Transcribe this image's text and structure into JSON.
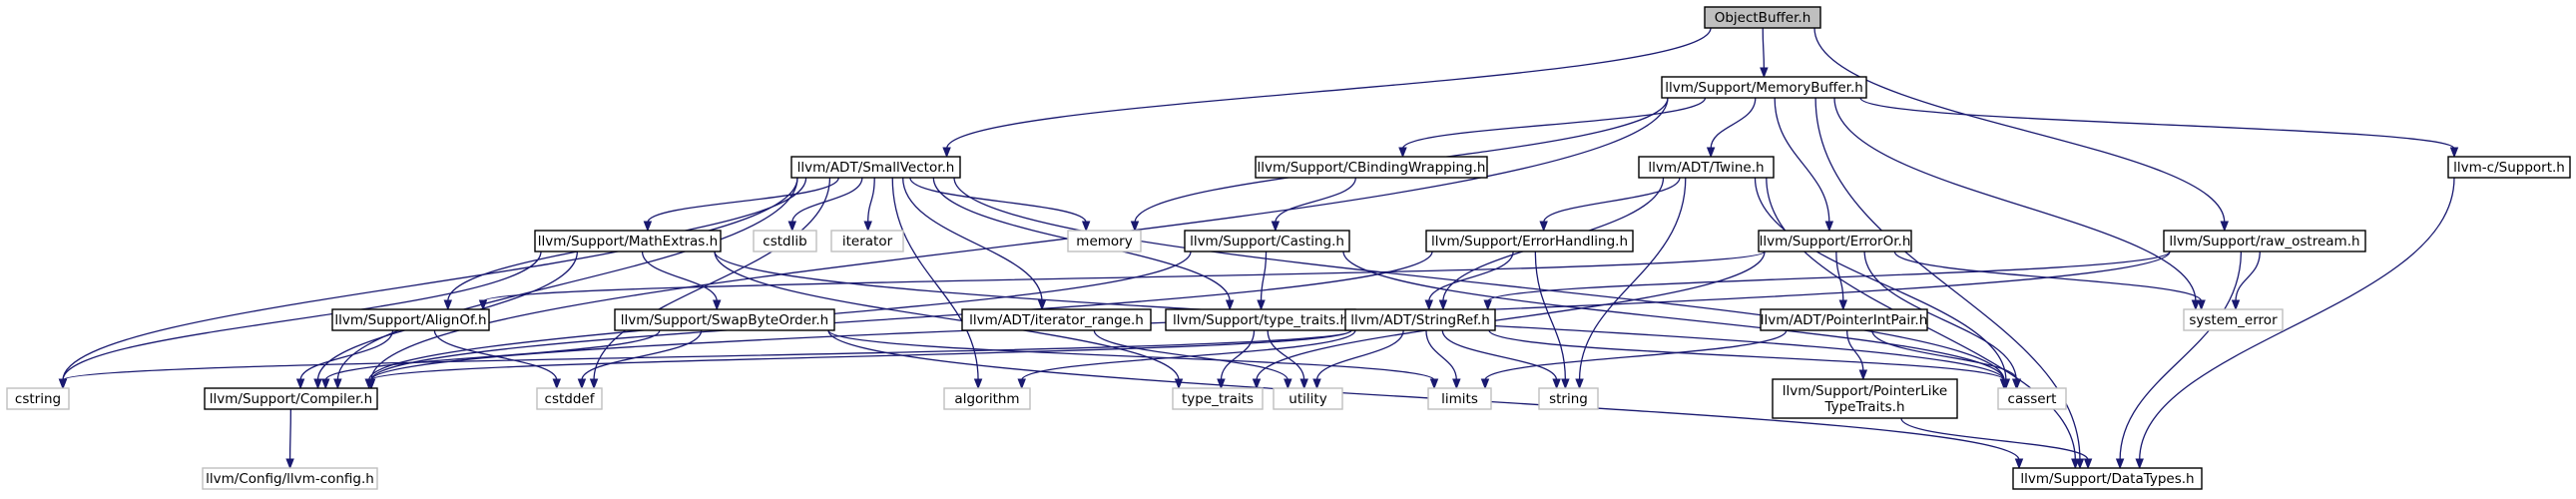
{
  "graph": {
    "nodes": [
      {
        "id": "objectbuffer",
        "label": [
          "ObjectBuffer.h"
        ],
        "kind": "root"
      },
      {
        "id": "memorybuffer",
        "label": [
          "llvm/Support/MemoryBuffer.h"
        ],
        "kind": "int"
      },
      {
        "id": "smallvector",
        "label": [
          "llvm/ADT/SmallVector.h"
        ],
        "kind": "int"
      },
      {
        "id": "cbinding",
        "label": [
          "llvm/Support/CBindingWrapping.h"
        ],
        "kind": "int"
      },
      {
        "id": "twine",
        "label": [
          "llvm/ADT/Twine.h"
        ],
        "kind": "int"
      },
      {
        "id": "csupport",
        "label": [
          "llvm-c/Support.h"
        ],
        "kind": "int"
      },
      {
        "id": "rawostream",
        "label": [
          "llvm/Support/raw_ostream.h"
        ],
        "kind": "int"
      },
      {
        "id": "mathextras",
        "label": [
          "llvm/Support/MathExtras.h"
        ],
        "kind": "int"
      },
      {
        "id": "cstdlib",
        "label": [
          "cstdlib"
        ],
        "kind": "ext"
      },
      {
        "id": "iterator",
        "label": [
          "iterator"
        ],
        "kind": "ext"
      },
      {
        "id": "memory",
        "label": [
          "memory"
        ],
        "kind": "ext"
      },
      {
        "id": "casting",
        "label": [
          "llvm/Support/Casting.h"
        ],
        "kind": "int"
      },
      {
        "id": "errorhandling",
        "label": [
          "llvm/Support/ErrorHandling.h"
        ],
        "kind": "int"
      },
      {
        "id": "erroror",
        "label": [
          "llvm/Support/ErrorOr.h"
        ],
        "kind": "int"
      },
      {
        "id": "systemerror",
        "label": [
          "system_error"
        ],
        "kind": "ext"
      },
      {
        "id": "alignof",
        "label": [
          "llvm/Support/AlignOf.h"
        ],
        "kind": "int"
      },
      {
        "id": "swapbyteorder",
        "label": [
          "llvm/Support/SwapByteOrder.h"
        ],
        "kind": "int"
      },
      {
        "id": "iteratorrange",
        "label": [
          "llvm/ADT/iterator_range.h"
        ],
        "kind": "int"
      },
      {
        "id": "typetraitsh",
        "label": [
          "llvm/Support/type_traits.h"
        ],
        "kind": "int"
      },
      {
        "id": "stringref",
        "label": [
          "llvm/ADT/StringRef.h"
        ],
        "kind": "int"
      },
      {
        "id": "pointerintpair",
        "label": [
          "llvm/ADT/PointerIntPair.h"
        ],
        "kind": "int"
      },
      {
        "id": "cstring",
        "label": [
          "cstring"
        ],
        "kind": "ext"
      },
      {
        "id": "compiler",
        "label": [
          "llvm/Support/Compiler.h"
        ],
        "kind": "int"
      },
      {
        "id": "cstddef",
        "label": [
          "cstddef"
        ],
        "kind": "ext"
      },
      {
        "id": "algorithm",
        "label": [
          "algorithm"
        ],
        "kind": "ext"
      },
      {
        "id": "typetraits",
        "label": [
          "type_traits"
        ],
        "kind": "ext"
      },
      {
        "id": "utility",
        "label": [
          "utility"
        ],
        "kind": "ext"
      },
      {
        "id": "limits",
        "label": [
          "limits"
        ],
        "kind": "ext"
      },
      {
        "id": "string",
        "label": [
          "string"
        ],
        "kind": "ext"
      },
      {
        "id": "cassert",
        "label": [
          "cassert"
        ],
        "kind": "ext"
      },
      {
        "id": "pointerliketypetraits",
        "label": [
          "llvm/Support/PointerLike",
          "TypeTraits.h"
        ],
        "kind": "int"
      },
      {
        "id": "llvmconfig",
        "label": [
          "llvm/Config/llvm-config.h"
        ],
        "kind": "ext"
      },
      {
        "id": "datatypes",
        "label": [
          "llvm/Support/DataTypes.h"
        ],
        "kind": "int"
      }
    ],
    "edges": [
      [
        "objectbuffer",
        "memorybuffer"
      ],
      [
        "objectbuffer",
        "smallvector"
      ],
      [
        "objectbuffer",
        "rawostream"
      ],
      [
        "memorybuffer",
        "cbinding"
      ],
      [
        "memorybuffer",
        "twine"
      ],
      [
        "memorybuffer",
        "csupport"
      ],
      [
        "memorybuffer",
        "erroror"
      ],
      [
        "memorybuffer",
        "memory"
      ],
      [
        "memorybuffer",
        "compiler"
      ],
      [
        "memorybuffer",
        "datatypes"
      ],
      [
        "memorybuffer",
        "systemerror"
      ],
      [
        "smallvector",
        "mathextras"
      ],
      [
        "smallvector",
        "alignof"
      ],
      [
        "smallvector",
        "compiler"
      ],
      [
        "smallvector",
        "cstring"
      ],
      [
        "smallvector",
        "cstddef"
      ],
      [
        "smallvector",
        "cstdlib"
      ],
      [
        "smallvector",
        "iterator"
      ],
      [
        "smallvector",
        "memory"
      ],
      [
        "smallvector",
        "algorithm"
      ],
      [
        "smallvector",
        "iteratorrange"
      ],
      [
        "smallvector",
        "typetraitsh"
      ],
      [
        "smallvector",
        "cassert"
      ],
      [
        "cbinding",
        "casting"
      ],
      [
        "twine",
        "stringref"
      ],
      [
        "twine",
        "errorhandling"
      ],
      [
        "twine",
        "string"
      ],
      [
        "twine",
        "datatypes"
      ],
      [
        "twine",
        "cassert"
      ],
      [
        "csupport",
        "datatypes"
      ],
      [
        "rawostream",
        "stringref"
      ],
      [
        "rawostream",
        "compiler"
      ],
      [
        "rawostream",
        "datatypes"
      ],
      [
        "rawostream",
        "systemerror"
      ],
      [
        "mathextras",
        "swapbyteorder"
      ],
      [
        "mathextras",
        "compiler"
      ],
      [
        "mathextras",
        "cstring"
      ],
      [
        "mathextras",
        "typetraits"
      ],
      [
        "mathextras",
        "cassert"
      ],
      [
        "casting",
        "typetraitsh"
      ],
      [
        "casting",
        "compiler"
      ],
      [
        "casting",
        "cassert"
      ],
      [
        "errorhandling",
        "stringref"
      ],
      [
        "errorhandling",
        "compiler"
      ],
      [
        "errorhandling",
        "string"
      ],
      [
        "erroror",
        "alignof"
      ],
      [
        "erroror",
        "pointerintpair"
      ],
      [
        "erroror",
        "systemerror"
      ],
      [
        "erroror",
        "typetraits"
      ],
      [
        "erroror",
        "cassert"
      ],
      [
        "alignof",
        "compiler"
      ],
      [
        "alignof",
        "cstddef"
      ],
      [
        "swapbyteorder",
        "compiler"
      ],
      [
        "swapbyteorder",
        "datatypes"
      ],
      [
        "swapbyteorder",
        "cstddef"
      ],
      [
        "swapbyteorder",
        "limits"
      ],
      [
        "iteratorrange",
        "utility"
      ],
      [
        "typetraitsh",
        "typetraits"
      ],
      [
        "typetraitsh",
        "utility"
      ],
      [
        "stringref",
        "compiler"
      ],
      [
        "stringref",
        "algorithm"
      ],
      [
        "stringref",
        "cassert"
      ],
      [
        "stringref",
        "cstring"
      ],
      [
        "stringref",
        "limits"
      ],
      [
        "stringref",
        "string"
      ],
      [
        "stringref",
        "utility"
      ],
      [
        "pointerintpair",
        "pointerliketypetraits"
      ],
      [
        "pointerintpair",
        "cassert"
      ],
      [
        "pointerintpair",
        "limits"
      ],
      [
        "pointerliketypetraits",
        "datatypes"
      ],
      [
        "compiler",
        "llvmconfig"
      ]
    ]
  }
}
